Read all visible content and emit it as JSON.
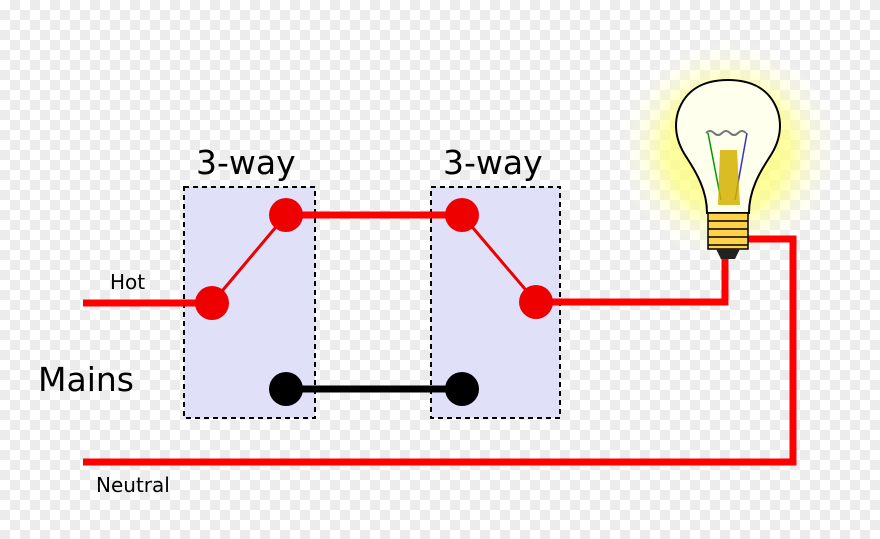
{
  "labels": {
    "switch1_title": "3-way",
    "switch2_title": "3-way",
    "hot": "Hot",
    "mains": "Mains",
    "neutral": "Neutral"
  },
  "icons": [
    "lightbulb-icon"
  ],
  "colors": {
    "wire_hot": "#ff0000",
    "wire_traveler_low": "#000000",
    "terminal_red": "#ee0000",
    "terminal_black": "#000000",
    "switch_box_fill": "#e0e0f8",
    "bulb_glow": "#ffff66"
  }
}
